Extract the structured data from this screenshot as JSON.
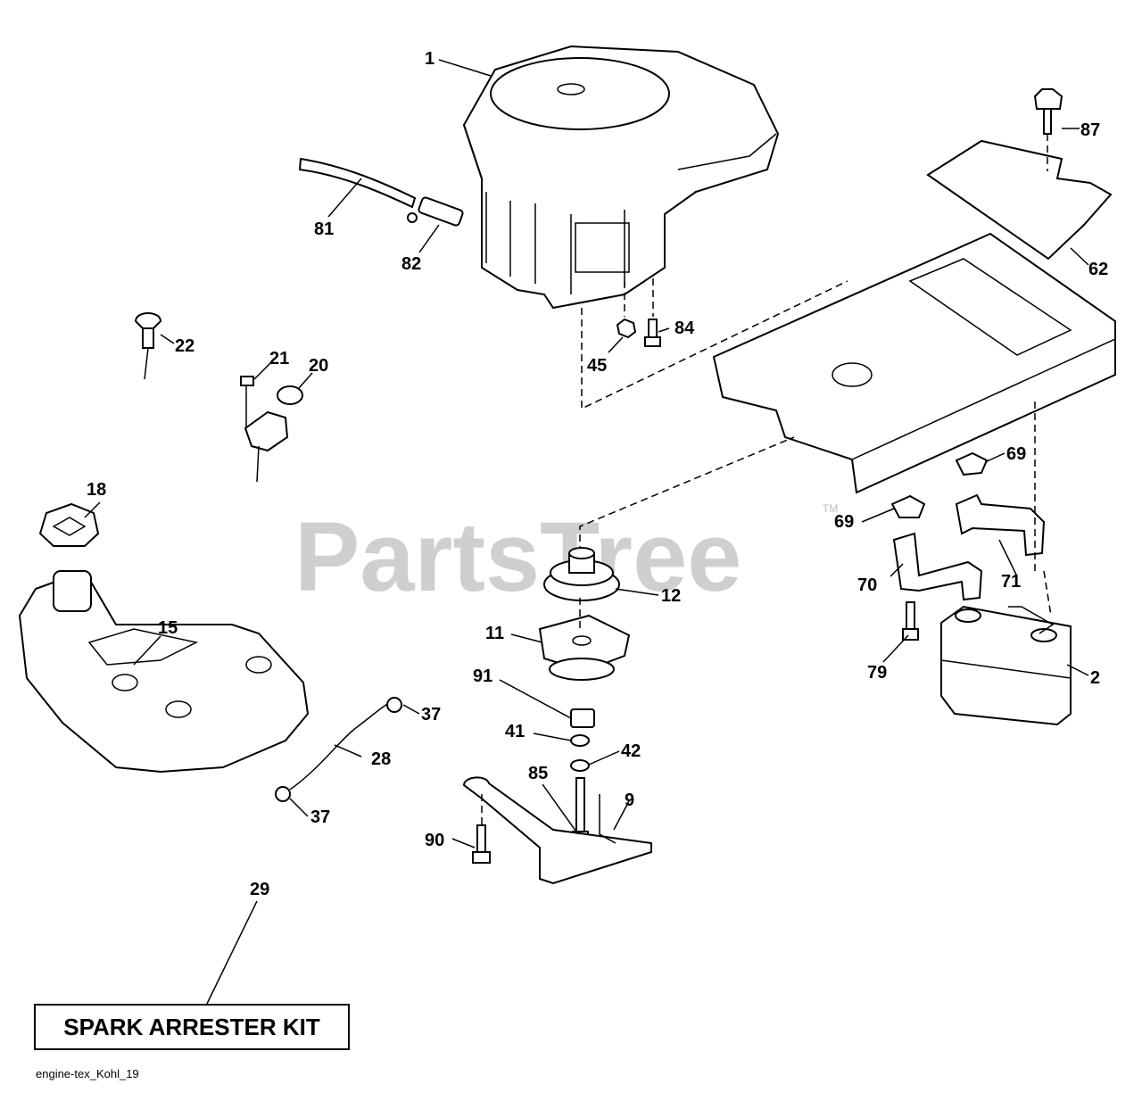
{
  "watermark": {
    "text": "PartsTree",
    "trademark": "TM"
  },
  "spark_arrester_label": "SPARK ARRESTER KIT",
  "footer_code": "engine-tex_Kohl_19",
  "callouts": {
    "c1": "1",
    "c2": "2",
    "c9": "9",
    "c11": "11",
    "c12": "12",
    "c15": "15",
    "c18": "18",
    "c20": "20",
    "c21": "21",
    "c22": "22",
    "c28": "28",
    "c29": "29",
    "c37a": "37",
    "c37b": "37",
    "c41": "41",
    "c42": "42",
    "c45": "45",
    "c62": "62",
    "c69a": "69",
    "c69b": "69",
    "c70": "70",
    "c71": "71",
    "c79": "79",
    "c81": "81",
    "c82": "82",
    "c84": "84",
    "c85": "85",
    "c87": "87",
    "c90": "90",
    "c91": "91"
  }
}
